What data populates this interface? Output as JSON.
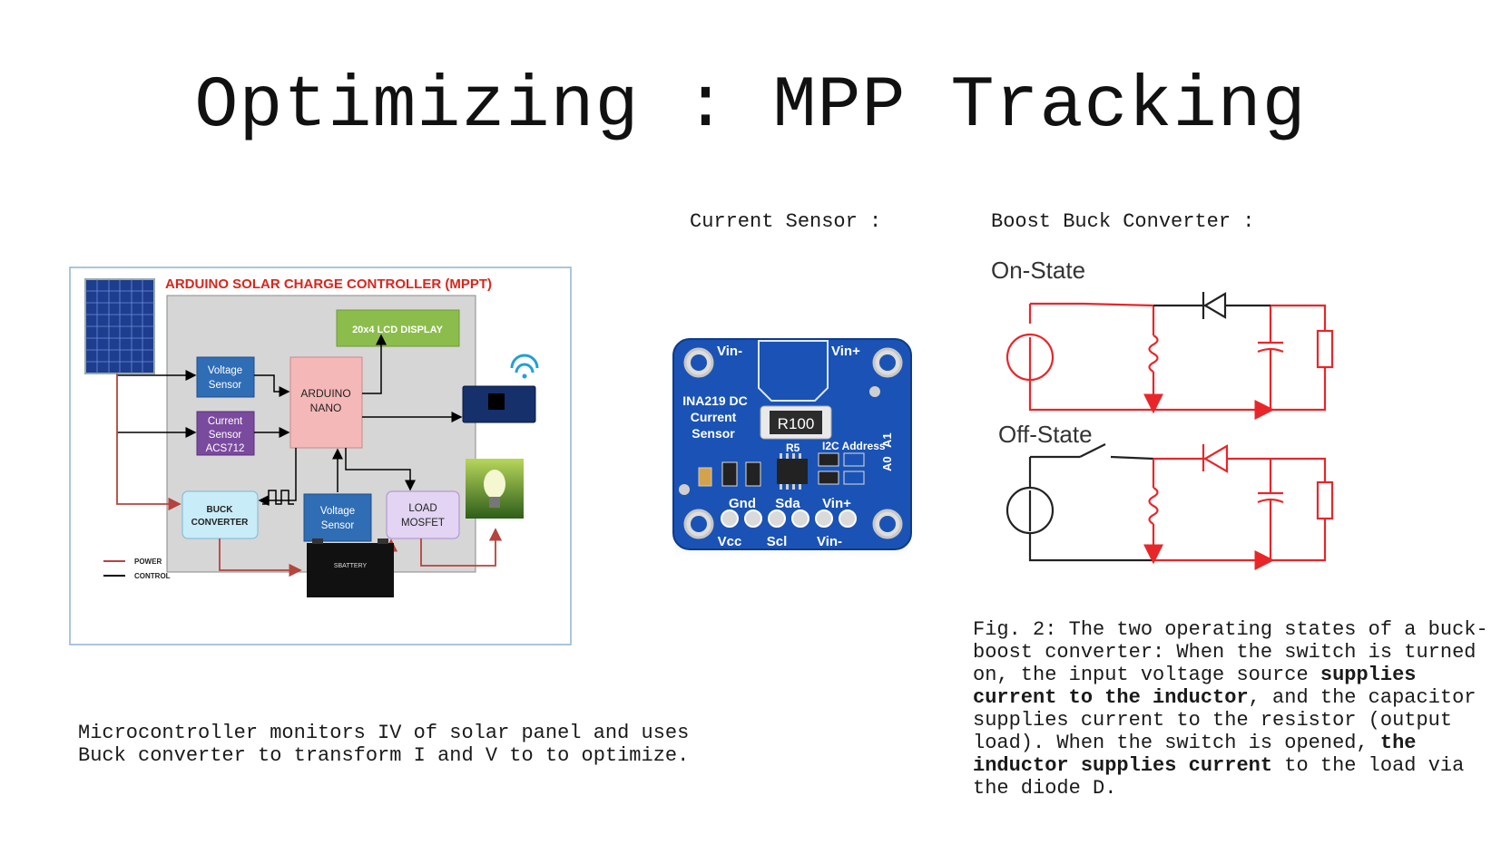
{
  "title": "Optimizing : MPP Tracking",
  "labels": {
    "current_sensor": "Current Sensor :",
    "boost_buck": "Boost Buck Converter :"
  },
  "block_diagram": {
    "heading": "ARDUINO SOLAR CHARGE CONTROLLER (MPPT)",
    "lcd": "20x4  LCD  DISPLAY",
    "voltage_sensor_1": [
      "Voltage",
      "Sensor"
    ],
    "current_sensor": [
      "Current",
      "Sensor",
      "ACS712"
    ],
    "arduino": [
      "ARDUINO",
      "NANO"
    ],
    "buck": [
      "BUCK",
      "CONVERTER"
    ],
    "voltage_sensor_2": [
      "Voltage",
      "Sensor"
    ],
    "load_mosfet": [
      "LOAD",
      "MOSFET"
    ],
    "legend_power": "POWER",
    "legend_control": "CONTROL",
    "battery_brand": "SBATTERY"
  },
  "ina219_board": {
    "vin_minus_top": "Vin-",
    "vin_plus_top": "Vin+",
    "chip_label": [
      "INA219 DC",
      "Current",
      "Sensor"
    ],
    "resistor": "R100",
    "r5": "R5",
    "i2c": "I2C Address",
    "a0": "A0",
    "a1": "A1",
    "pins_top": [
      "Gnd",
      "Sda",
      "Vin+"
    ],
    "pins_bottom": [
      "Vcc",
      "Scl",
      "Vin-"
    ]
  },
  "circuit": {
    "on_state": "On-State",
    "off_state": "Off-State"
  },
  "description": "Microcontroller monitors IV of solar panel and uses Buck converter to transform I and V to to optimize.",
  "caption_parts": [
    {
      "text": "Fig. 2: The two operating states of a buck-boost converter: When the switch is turned on, the input voltage source ",
      "bold": false
    },
    {
      "text": "supplies current to the inductor",
      "bold": true
    },
    {
      "text": ", and the capacitor supplies current to the resistor (output load). When the switch is opened, ",
      "bold": false
    },
    {
      "text": "the inductor supplies current",
      "bold": true
    },
    {
      "text": " to the load via the diode D.",
      "bold": false
    }
  ],
  "colors": {
    "circuit_red": "#e8262a",
    "heading_red": "#d9261c",
    "board_blue": "#1a53b5",
    "lcd_green": "#8cbd4c"
  }
}
